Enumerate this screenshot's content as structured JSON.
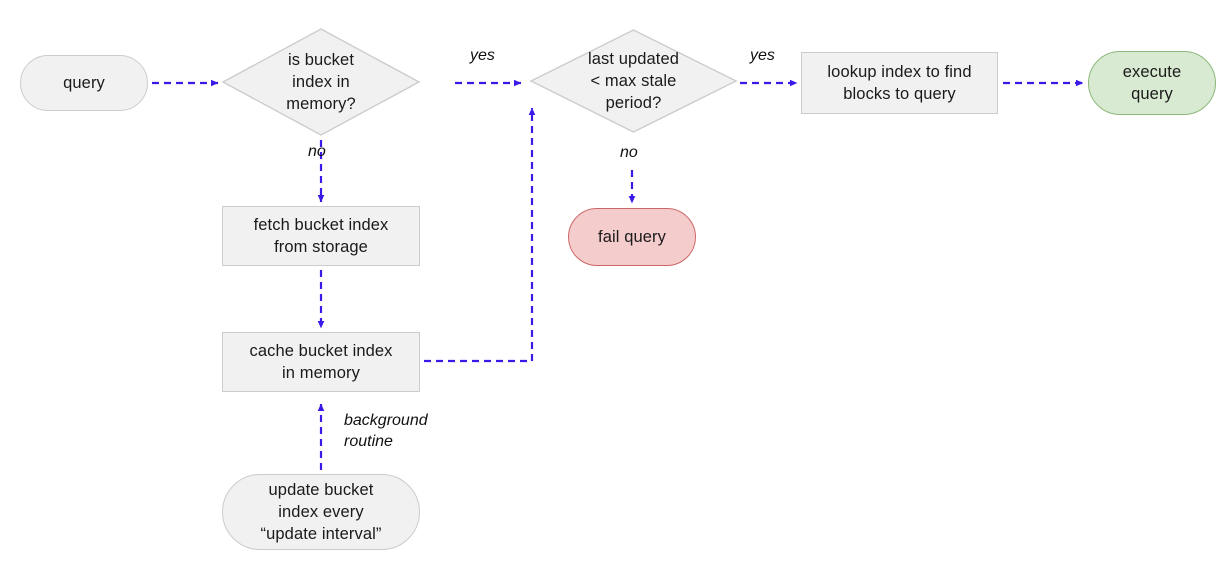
{
  "diagram": {
    "title": "bucket index query flow",
    "colors": {
      "node_fill": "#f1f1f1",
      "node_stroke": "#cccccc",
      "success_fill": "#d9ead3",
      "success_stroke": "#8cb87a",
      "error_fill": "#f4cccc",
      "error_stroke": "#cc6666",
      "edge": "#3d19e8",
      "text": "#1a1a1a"
    },
    "nodes": {
      "query": {
        "label": "query",
        "shape": "pill"
      },
      "is_bucket_index_in_memory": {
        "label": "is bucket\nindex in\nmemory?",
        "shape": "diamond"
      },
      "last_updated_max_stale": {
        "label": "last updated\n< max stale\nperiod?",
        "shape": "diamond"
      },
      "lookup_index": {
        "label": "lookup index to find\nblocks to query",
        "shape": "rect"
      },
      "execute_query": {
        "label": "execute\nquery",
        "shape": "pill-green"
      },
      "fail_query": {
        "label": "fail query",
        "shape": "pill-red"
      },
      "fetch_bucket_index": {
        "label": "fetch bucket index\nfrom storage",
        "shape": "rect"
      },
      "cache_bucket_index": {
        "label": "cache bucket index\nin memory",
        "shape": "rect"
      },
      "update_bucket_index": {
        "label": "update bucket\nindex every\n“update interval”",
        "shape": "pill"
      }
    },
    "edge_labels": {
      "yes_memory": "yes",
      "no_memory": "no",
      "yes_stale": "yes",
      "no_stale": "no",
      "background_routine": "background\nroutine"
    }
  }
}
